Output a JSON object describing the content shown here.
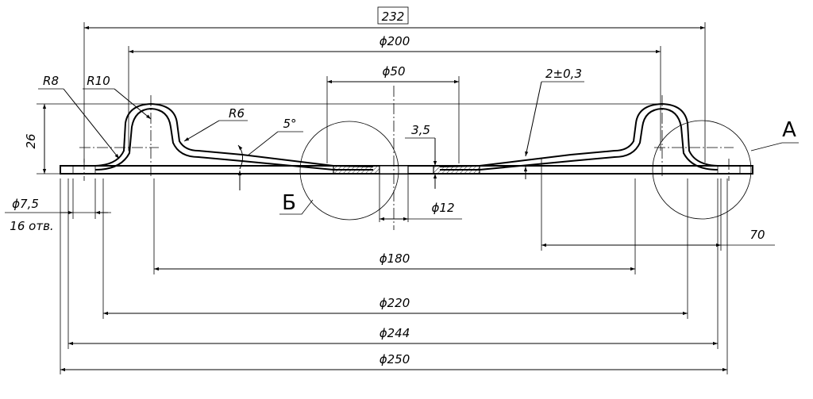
{
  "dimensions": {
    "d232": "232",
    "d200": "ϕ200",
    "d50": "ϕ50",
    "tol": "2±0,3",
    "r8": "R8",
    "r10": "R10",
    "r6": "R6",
    "angle": "5°",
    "h26": "26",
    "t35": "3,5",
    "d12": "ϕ12",
    "hole_d": "ϕ7,5",
    "hole_count": "16 отв.",
    "d180": "ϕ180",
    "d70": "70",
    "d220": "ϕ220",
    "d244": "ϕ244",
    "d250": "ϕ250"
  },
  "views": {
    "view_a": "А",
    "view_b": "Б"
  }
}
